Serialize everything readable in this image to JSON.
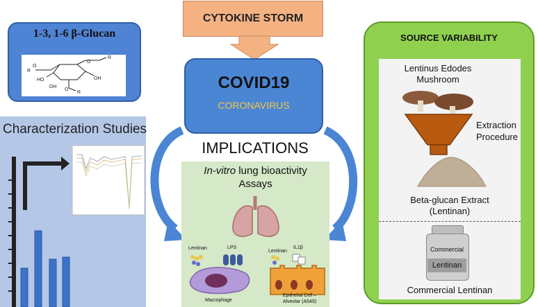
{
  "glucan_box": {
    "title_prefix": "1-3, 1-6 ",
    "title_beta": "β",
    "title_suffix": "-Glucan",
    "struct_labels": [
      "R",
      "O",
      "OH",
      "HO",
      "O",
      "R",
      "O",
      "R",
      "OH"
    ]
  },
  "cytokine": {
    "label": "CYTOKINE STORM"
  },
  "covid": {
    "title": "COVID19",
    "subtitle": "CORONAVIRUS"
  },
  "implications": {
    "label": "IMPLICATIONS"
  },
  "assays": {
    "title_italic": "In-vitro",
    "title_rest": " lung bioactivity",
    "title_line2": "Assays",
    "macrophage_labels": {
      "lentinan": "Lentinan",
      "lps": "LPS",
      "cell": "Macrophage"
    },
    "epithelial_labels": {
      "lentinan": "Lentinan",
      "il": "IL1β",
      "cell_line1": "Epithelial Cell –",
      "cell_line2": "Alveolar (A549)"
    }
  },
  "characterization": {
    "title": "Characterization Studies"
  },
  "source": {
    "title": "SOURCE VARIABILITY",
    "mushroom_line1": "Lentinus Edodes",
    "mushroom_line2": "Mushroom",
    "extraction_line1": "Extraction",
    "extraction_line2": "Procedure",
    "extract_line1": "Beta-glucan Extract",
    "extract_line2": "(Lentinan)",
    "bottle_top": "Commercial",
    "bottle_bottom": "Lentinan",
    "commercial": "Commercial Lentinan"
  },
  "colors": {
    "blue_box": "#4a86d4",
    "glucan_box": "#4f83d3",
    "cytokine": "#f4b283",
    "green_panel": "#8fd14f",
    "assay_panel": "#d5e8c7",
    "chart_panel": "#b4c7e7",
    "bar": "#3b73c8",
    "arrow": "#4a86d4"
  }
}
